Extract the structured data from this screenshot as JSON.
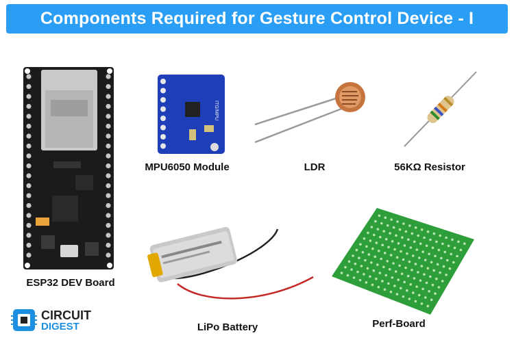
{
  "title": "Components Required for Gesture Control Device - I",
  "components": [
    {
      "label": "ESP32 DEV Board",
      "icon": "esp32-board-icon"
    },
    {
      "label": "MPU6050 Module",
      "icon": "mpu6050-module-icon"
    },
    {
      "label": "LDR",
      "icon": "ldr-icon"
    },
    {
      "label": "56KΩ Resistor",
      "icon": "resistor-icon"
    },
    {
      "label": "LiPo Battery",
      "icon": "lipo-battery-icon"
    },
    {
      "label": "Perf-Board",
      "icon": "perf-board-icon"
    }
  ],
  "logo": {
    "line1": "CIRCUIT",
    "line2": "DIGEST",
    "icon": "circuit-digest-logo-icon"
  },
  "colors": {
    "banner": "#2a9df4",
    "pcb_blue": "#1f3fb8",
    "perf_green": "#2e9e3a",
    "board_black": "#1b1b1b",
    "logo_blue": "#1d8fe0",
    "logo_dark": "#222222"
  }
}
